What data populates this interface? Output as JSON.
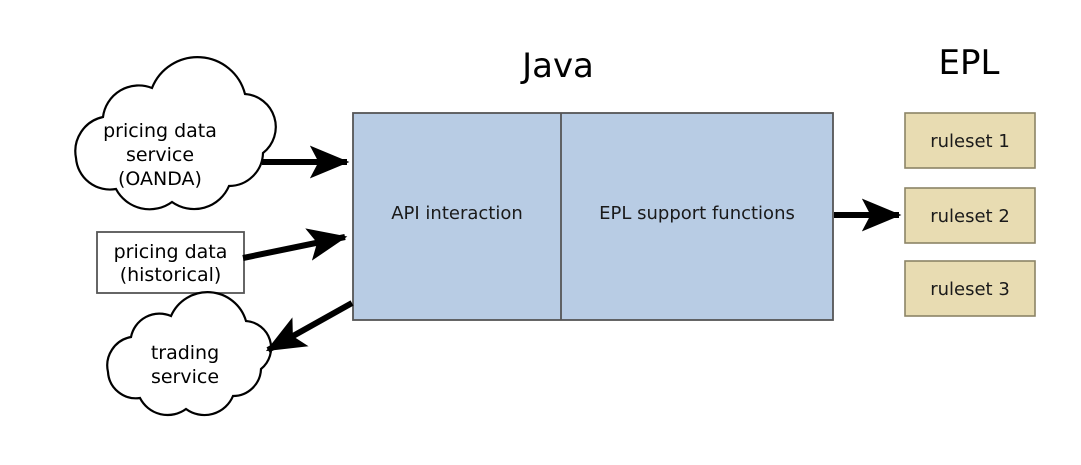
{
  "diagram": {
    "title_java": "Java",
    "title_epl": "EPL",
    "colors": {
      "java_fill": "#b8cce4",
      "java_stroke": "#555555",
      "ruleset_fill": "#e8dcb2",
      "ruleset_stroke": "#8c8466",
      "cloud_stroke": "#000000",
      "box_stroke": "#555555",
      "arrow": "#000000",
      "background": "#ffffff"
    },
    "sources": [
      {
        "id": "pricing-data-service",
        "shape": "cloud",
        "lines": [
          "pricing data",
          "service",
          "(OANDA)"
        ]
      },
      {
        "id": "pricing-data-historical",
        "shape": "rect",
        "lines": [
          "pricing data",
          "(historical)"
        ]
      },
      {
        "id": "trading-service",
        "shape": "cloud",
        "lines": [
          "trading",
          "service"
        ]
      }
    ],
    "java_box": {
      "left_compartment": "API interaction",
      "right_compartment": "EPL support functions"
    },
    "rulesets": [
      {
        "id": "ruleset-1",
        "label": "ruleset 1"
      },
      {
        "id": "ruleset-2",
        "label": "ruleset 2"
      },
      {
        "id": "ruleset-3",
        "label": "ruleset 3"
      }
    ],
    "arrows": [
      {
        "id": "arrow-oanda-to-java",
        "from": "pricing-data-service",
        "to": "java-box",
        "direction": "right"
      },
      {
        "id": "arrow-historical-to-java",
        "from": "pricing-data-historical",
        "to": "java-box",
        "direction": "up-right"
      },
      {
        "id": "arrow-java-to-trading",
        "from": "java-box",
        "to": "trading-service",
        "direction": "down-left"
      },
      {
        "id": "arrow-java-to-ruleset2",
        "from": "java-box",
        "to": "ruleset-2",
        "direction": "right"
      }
    ]
  }
}
